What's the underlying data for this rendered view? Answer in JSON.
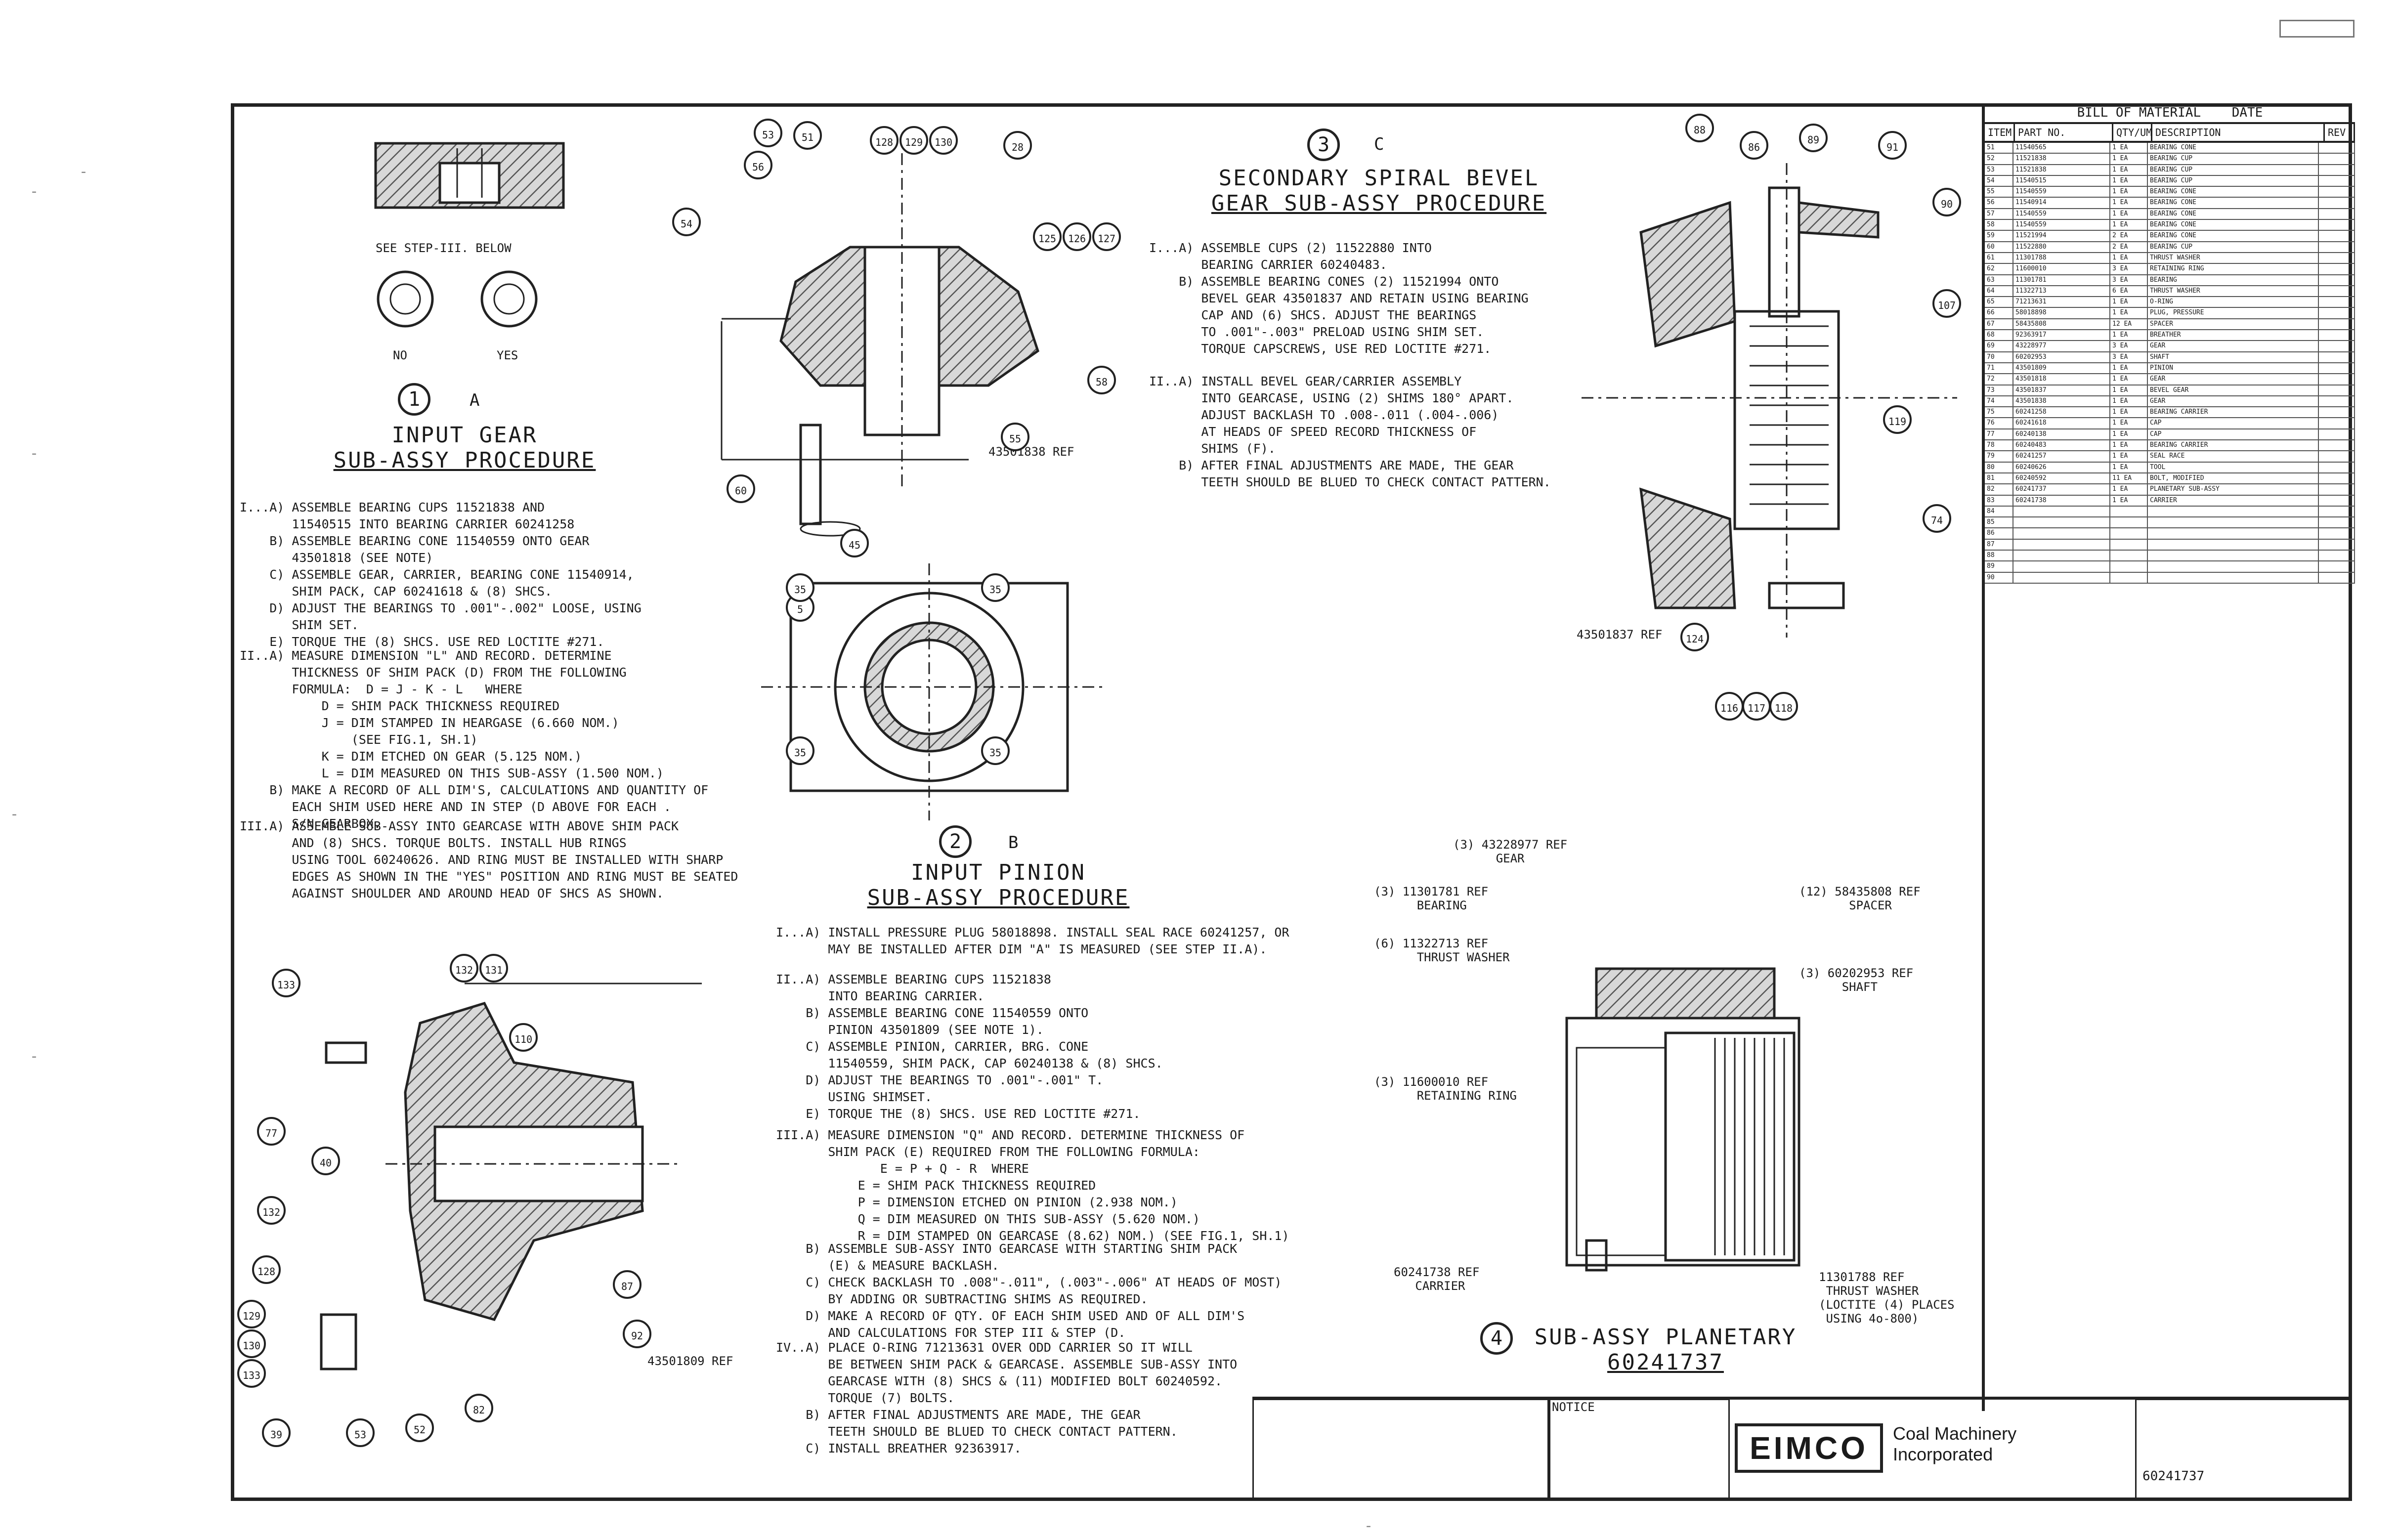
{
  "sheet": {
    "stray_marks": [
      "-",
      "-",
      "-",
      "-",
      "-",
      "-"
    ]
  },
  "procedures": {
    "a": {
      "step_label": "1",
      "letter": "A",
      "title_line1": "INPUT GEAR",
      "title_line2": "SUB-ASSY PROCEDURE",
      "steps": [
        "I...A) ASSEMBLE BEARING CUPS 11521838 AND\n       11540515 INTO BEARING CARRIER 60241258\n    B) ASSEMBLE BEARING CONE 11540559 ONTO GEAR\n       43501818 (SEE NOTE)\n    C) ASSEMBLE GEAR, CARRIER, BEARING CONE 11540914,\n       SHIM PACK, CAP 60241618 & (8) SHCS.\n    D) ADJUST THE BEARINGS TO .001\"-.002\" LOOSE, USING\n       SHIM SET.\n    E) TORQUE THE (8) SHCS. USE RED LOCTITE #271.",
        "II..A) MEASURE DIMENSION \"L\" AND RECORD. DETERMINE\n       THICKNESS OF SHIM PACK (D) FROM THE FOLLOWING\n       FORMULA:  D = J - K - L   WHERE\n           D = SHIM PACK THICKNESS REQUIRED\n           J = DIM STAMPED IN HEARGASE (6.660 NOM.)\n               (SEE FIG.1, SH.1)\n           K = DIM ETCHED ON GEAR (5.125 NOM.)\n           L = DIM MEASURED ON THIS SUB-ASSY (1.500 NOM.)\n    B) MAKE A RECORD OF ALL DIM'S, CALCULATIONS AND QUANTITY OF\n       EACH SHIM USED HERE AND IN STEP (D ABOVE FOR EACH .\n       S/N GEARBOX.",
        "III.A) ASSEMBLE SUB-ASSY INTO GEARCASE WITH ABOVE SHIM PACK\n       AND (8) SHCS. TORQUE BOLTS. INSTALL HUB RINGS\n       USING TOOL 60240626. AND RING MUST BE INSTALLED WITH SHARP\n       EDGES AS SHOWN IN THE \"YES\" POSITION AND RING MUST BE SEATED\n       AGAINST SHOULDER AND AROUND HEAD OF SHCS AS SHOWN."
      ],
      "detail_caption": "SEE STEP-III. BELOW",
      "no_label": "NO",
      "yes_label": "YES"
    },
    "b": {
      "step_label": "2",
      "letter": "B",
      "title_line1": "INPUT PINION",
      "title_line2": "SUB-ASSY PROCEDURE",
      "steps": [
        "I...A) INSTALL PRESSURE PLUG 58018898. INSTALL SEAL RACE 60241257, OR\n       MAY BE INSTALLED AFTER DIM \"A\" IS MEASURED (SEE STEP II.A).",
        "II..A) ASSEMBLE BEARING CUPS 11521838\n       INTO BEARING CARRIER.\n    B) ASSEMBLE BEARING CONE 11540559 ONTO\n       PINION 43501809 (SEE NOTE 1).\n    C) ASSEMBLE PINION, CARRIER, BRG. CONE\n       11540559, SHIM PACK, CAP 60240138 & (8) SHCS.\n    D) ADJUST THE BEARINGS TO .001\"-.001\" T.\n       USING SHIMSET.\n    E) TORQUE THE (8) SHCS. USE RED LOCTITE #271.",
        "III.A) MEASURE DIMENSION \"Q\" AND RECORD. DETERMINE THICKNESS OF\n       SHIM PACK (E) REQUIRED FROM THE FOLLOWING FORMULA:\n              E = P + Q - R  WHERE\n           E = SHIM PACK THICKNESS REQUIRED\n           P = DIMENSION ETCHED ON PINION (2.938 NOM.)\n           Q = DIM MEASURED ON THIS SUB-ASSY (5.620 NOM.)\n           R = DIM STAMPED ON GEARCASE (8.62) NOM.) (SEE FIG.1, SH.1)",
        "    B) ASSEMBLE SUB-ASSY INTO GEARCASE WITH STARTING SHIM PACK\n       (E) & MEASURE BACKLASH.\n    C) CHECK BACKLASH TO .008\"-.011\", (.003\"-.006\" AT HEADS OF MOST)\n       BY ADDING OR SUBTRACTING SHIMS AS REQUIRED.\n    D) MAKE A RECORD OF QTY. OF EACH SHIM USED AND OF ALL DIM'S\n       AND CALCULATIONS FOR STEP III & STEP (D.",
        "IV..A) PLACE O-RING 71213631 OVER ODD CARRIER SO IT WILL\n       BE BETWEEN SHIM PACK & GEARCASE. ASSEMBLE SUB-ASSY INTO\n       GEARCASE WITH (8) SHCS & (11) MODIFIED BOLT 60240592.\n       TORQUE (7) BOLTS.\n    B) AFTER FINAL ADJUSTMENTS ARE MADE, THE GEAR\n       TEETH SHOULD BE BLUED TO CHECK CONTACT PATTERN.\n    C) INSTALL BREATHER 92363917."
      ],
      "ref_part": "43501809 REF"
    },
    "c": {
      "step_label": "3",
      "letter": "C",
      "title_line1": "SECONDARY SPIRAL BEVEL",
      "title_line2": "GEAR SUB-ASSY PROCEDURE",
      "steps": [
        "I...A) ASSEMBLE CUPS (2) 11522880 INTO\n       BEARING CARRIER 60240483.\n    B) ASSEMBLE BEARING CONES (2) 11521994 ONTO\n       BEVEL GEAR 43501837 AND RETAIN USING BEARING\n       CAP AND (6) SHCS. ADJUST THE BEARINGS\n       TO .001\"-.003\" PRELOAD USING SHIM SET.\n       TORQUE CAPSCREWS, USE RED LOCTITE #271.",
        "II..A) INSTALL BEVEL GEAR/CARRIER ASSEMBLY\n       INTO GEARCASE, USING (2) SHIMS 180° APART.\n       ADJUST BACKLASH TO .008-.011 (.004-.006)\n       AT HEADS OF SPEED RECORD THICKNESS OF\n       SHIMS (F).\n    B) AFTER FINAL ADJUSTMENTS ARE MADE, THE GEAR\n       TEETH SHOULD BE BLUED TO CHECK CONTACT PATTERN."
      ],
      "ref_part_a": "43501838 REF",
      "ref_part_b": "43501837 REF"
    },
    "d": {
      "step_label": "4",
      "title_line1": "SUB-ASSY PLANETARY",
      "title_line2": "60241737",
      "refs": [
        "(3) 43228977 REF\n      GEAR",
        "(3) 11301781 REF\n      BEARING",
        "(6) 11322713 REF\n      THRUST WASHER",
        "(12) 58435808 REF\n       SPACER",
        "(3) 60202953 REF\n      SHAFT",
        "(3) 11600010 REF\n      RETAINING RING",
        "60241738 REF\n   CARRIER",
        "11301788 REF\n THRUST WASHER\n(LOCTITE (4) PLACES\n USING 4o-800)"
      ]
    }
  },
  "callouts": {
    "gear_top": [
      "53",
      "51",
      "128",
      "129",
      "130",
      "28",
      "56",
      "54",
      "125",
      "126",
      "127",
      "58",
      "55",
      "60",
      "45",
      "5"
    ],
    "gear_flange": [
      "35",
      "35",
      "35",
      "35"
    ],
    "pinion": [
      "133",
      "132",
      "131",
      "110",
      "40",
      "77",
      "132",
      "128",
      "129",
      "130",
      "133",
      "39",
      "53",
      "52",
      "87",
      "92",
      "82"
    ],
    "bevel": [
      "88",
      "86",
      "89",
      "91",
      "90",
      "107",
      "116",
      "117",
      "118",
      "119",
      "74",
      "124"
    ]
  },
  "bom": {
    "title": "BILL OF MATERIAL",
    "date_label": "DATE",
    "head": [
      "ITEM",
      "PART NO.",
      "QTY/UM",
      "DESCRIPTION",
      "REV"
    ],
    "rows": [
      [
        "51",
        "11540565",
        "1 EA",
        "BEARING CONE",
        ""
      ],
      [
        "52",
        "11521838",
        "1 EA",
        "BEARING CUP",
        ""
      ],
      [
        "53",
        "11521838",
        "1 EA",
        "BEARING CUP",
        ""
      ],
      [
        "54",
        "11540515",
        "1 EA",
        "BEARING CUP",
        ""
      ],
      [
        "55",
        "11540559",
        "1 EA",
        "BEARING CONE",
        ""
      ],
      [
        "56",
        "11540914",
        "1 EA",
        "BEARING CONE",
        ""
      ],
      [
        "57",
        "11540559",
        "1 EA",
        "BEARING CONE",
        ""
      ],
      [
        "58",
        "11540559",
        "1 EA",
        "BEARING CONE",
        ""
      ],
      [
        "59",
        "11521994",
        "2 EA",
        "BEARING CONE",
        ""
      ],
      [
        "60",
        "11522880",
        "2 EA",
        "BEARING CUP",
        ""
      ],
      [
        "61",
        "11301788",
        "1 EA",
        "THRUST WASHER",
        ""
      ],
      [
        "62",
        "11600010",
        "3 EA",
        "RETAINING RING",
        ""
      ],
      [
        "63",
        "11301781",
        "3 EA",
        "BEARING",
        ""
      ],
      [
        "64",
        "11322713",
        "6 EA",
        "THRUST WASHER",
        ""
      ],
      [
        "65",
        "71213631",
        "1 EA",
        "O-RING",
        ""
      ],
      [
        "66",
        "58018898",
        "1 EA",
        "PLUG, PRESSURE",
        ""
      ],
      [
        "67",
        "58435808",
        "12 EA",
        "SPACER",
        ""
      ],
      [
        "68",
        "92363917",
        "1 EA",
        "BREATHER",
        ""
      ],
      [
        "69",
        "43228977",
        "3 EA",
        "GEAR",
        ""
      ],
      [
        "70",
        "60202953",
        "3 EA",
        "SHAFT",
        ""
      ],
      [
        "71",
        "43501809",
        "1 EA",
        "PINION",
        ""
      ],
      [
        "72",
        "43501818",
        "1 EA",
        "GEAR",
        ""
      ],
      [
        "73",
        "43501837",
        "1 EA",
        "BEVEL GEAR",
        ""
      ],
      [
        "74",
        "43501838",
        "1 EA",
        "GEAR",
        ""
      ],
      [
        "75",
        "60241258",
        "1 EA",
        "BEARING CARRIER",
        ""
      ],
      [
        "76",
        "60241618",
        "1 EA",
        "CAP",
        ""
      ],
      [
        "77",
        "60240138",
        "1 EA",
        "CAP",
        ""
      ],
      [
        "78",
        "60240483",
        "1 EA",
        "BEARING CARRIER",
        ""
      ],
      [
        "79",
        "60241257",
        "1 EA",
        "SEAL RACE",
        ""
      ],
      [
        "80",
        "60240626",
        "1 EA",
        "TOOL",
        ""
      ],
      [
        "81",
        "60240592",
        "11 EA",
        "BOLT, MODIFIED",
        ""
      ],
      [
        "82",
        "60241737",
        "1 EA",
        "PLANETARY SUB-ASSY",
        ""
      ],
      [
        "83",
        "60241738",
        "1 EA",
        "CARRIER",
        ""
      ],
      [
        "84",
        "",
        "",
        "",
        ""
      ],
      [
        "85",
        "",
        "",
        "",
        ""
      ],
      [
        "86",
        "",
        "",
        "",
        ""
      ],
      [
        "87",
        "",
        "",
        "",
        ""
      ],
      [
        "88",
        "",
        "",
        "",
        ""
      ],
      [
        "89",
        "",
        "",
        "",
        ""
      ],
      [
        "90",
        "",
        "",
        "",
        ""
      ]
    ]
  },
  "title_block": {
    "notice_title": "NOTICE",
    "logo": "EIMCO",
    "company": "Coal Machinery\nIncorporated",
    "drawing_no": "60241737"
  }
}
